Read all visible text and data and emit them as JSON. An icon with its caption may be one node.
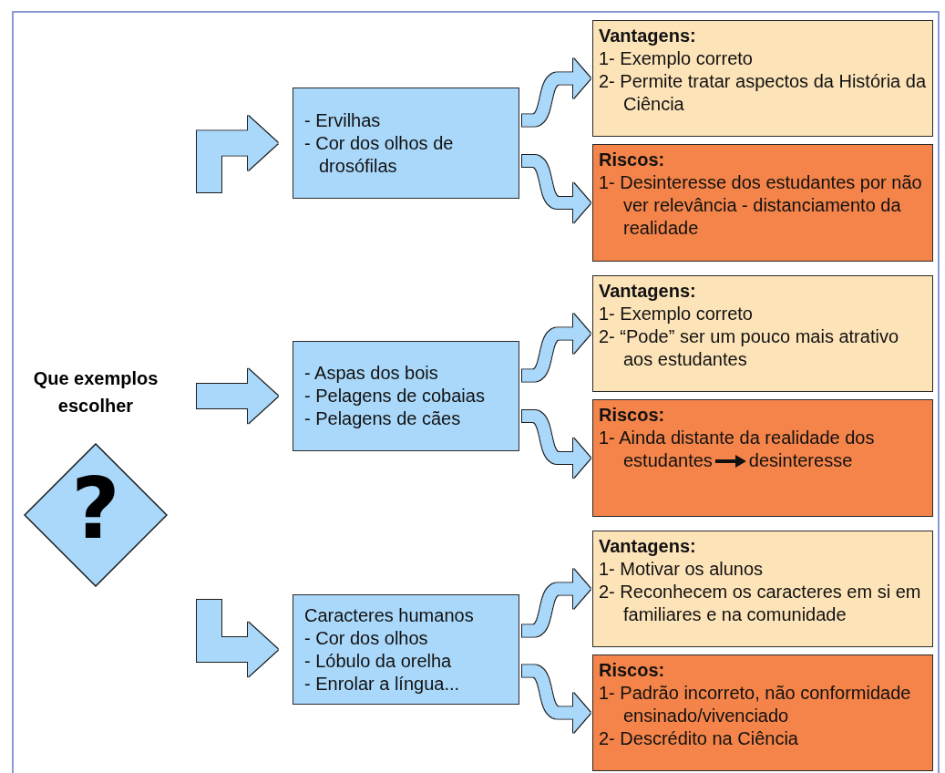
{
  "diagram": {
    "nodes": [
      {
        "text": [
          "Que exemplos escolher",
          "?"
        ]
      },
      {
        "text": [
          "- Ervilhas",
          "- Cor dos olhos de drosófilas"
        ]
      },
      {
        "text": [
          "Vantagens:",
          "1- Exemplo correto",
          "2- Permite tratar aspectos da História da Ciência"
        ]
      },
      {
        "text": [
          "Riscos:",
          "1- Desinteresse dos estudantes por não ver relevância - distanciamento da realidade"
        ]
      },
      {
        "text": [
          "- Aspas dos bois",
          "- Pelagens de cobaias",
          "- Pelagens de cães"
        ]
      },
      {
        "text": [
          "Vantagens:",
          "1- Exemplo correto",
          "2- “Pode” ser um pouco mais atrativo aos estudantes"
        ]
      },
      {
        "text": [
          "Riscos:",
          "1- Ainda distante da realidade dos estudantes",
          "desinteresse"
        ]
      },
      {
        "text": [
          "Caracteres humanos",
          "- Cor dos olhos",
          "- Lóbulo da orelha",
          "- Enrolar a língua..."
        ]
      },
      {
        "text": [
          "Vantagens:",
          "1- Motivar os alunos",
          "2- Reconhecem os caracteres em si em familiares e na comunidade"
        ]
      },
      {
        "text": [
          "Riscos:",
          "1- Padrão incorreto, não conformidade ensinado/vivenciado",
          "2- Descrédito na Ciência"
        ]
      }
    ],
    "edges": [
      {
        "from": null,
        "to": 1,
        "arrow": "to",
        "style": "thick"
      },
      {
        "from": null,
        "to": 4,
        "arrow": "to",
        "style": "thick"
      },
      {
        "from": null,
        "to": 7,
        "arrow": "to",
        "style": "thick"
      },
      {
        "from": 1,
        "to": 2,
        "arrow": "to"
      },
      {
        "from": 1,
        "to": 3,
        "arrow": "to"
      },
      {
        "from": 4,
        "to": 5,
        "arrow": "to"
      },
      {
        "from": 4,
        "to": 6,
        "arrow": "to"
      },
      {
        "from": 7,
        "to": 8,
        "arrow": "to"
      },
      {
        "from": 7,
        "to": 9,
        "arrow": "to"
      }
    ]
  }
}
